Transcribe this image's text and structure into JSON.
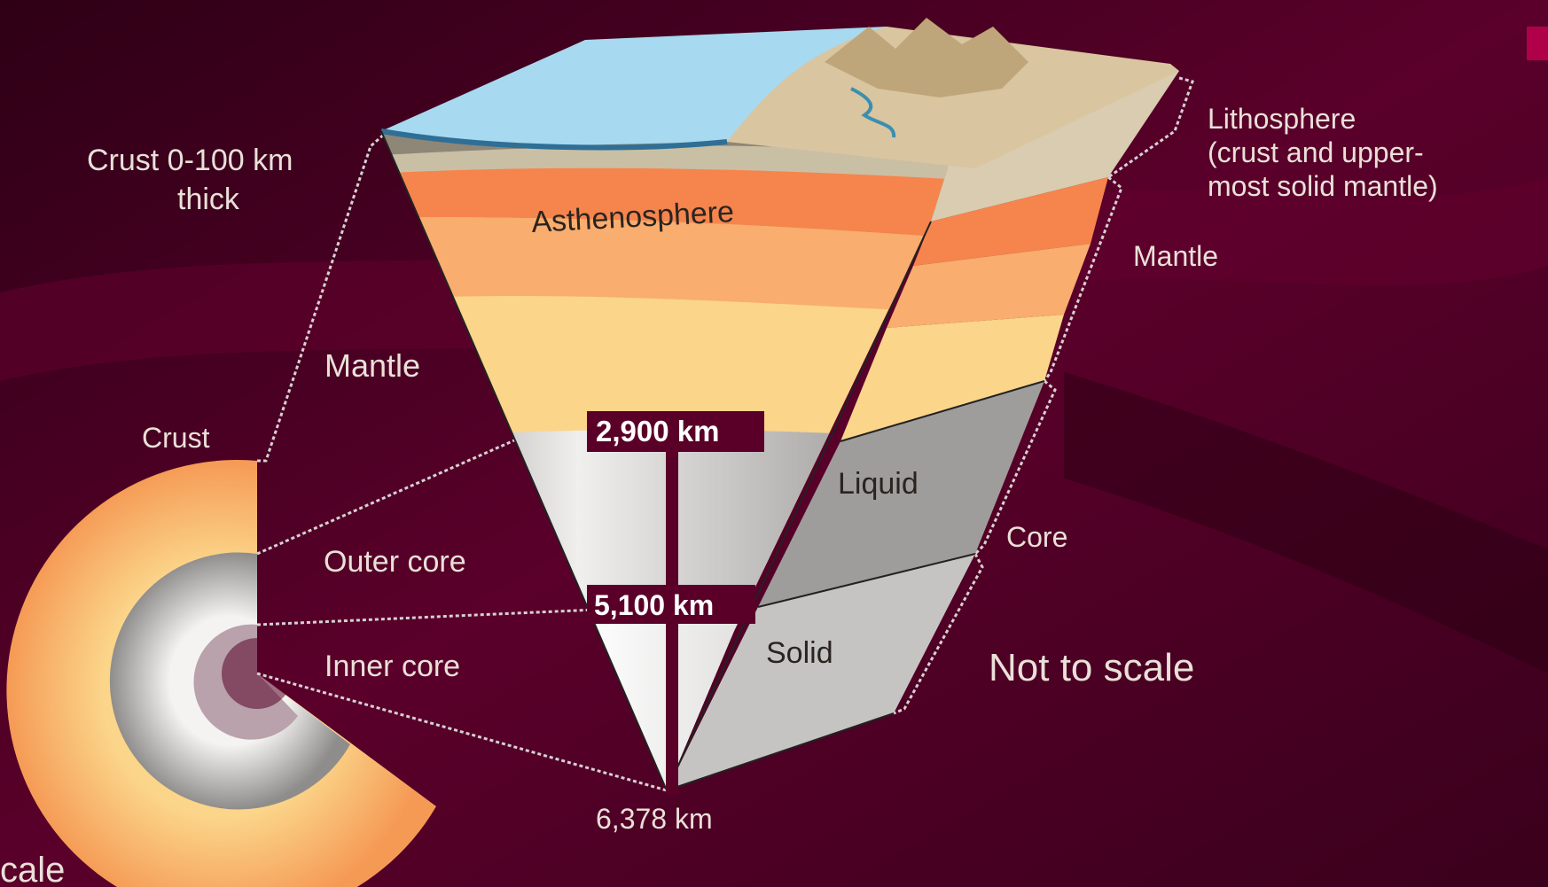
{
  "colors": {
    "background": "#4a0024",
    "ocean": "#a7d9f0",
    "lithosphere_land": "#d6c19a",
    "asthenosphere": "#f5854d",
    "upper_mantle": "#f9ad6e",
    "lower_mantle": "#fbd58a",
    "outer_core": "#b8b6b4",
    "inner_core": "#e6e4e2",
    "depth_box": "#5a0028"
  },
  "labels": {
    "crust_thickness_line1": "Crust 0-100 km",
    "crust_thickness_line2": "thick",
    "lithosphere_line1": "Lithosphere",
    "lithosphere_line2": "(crust and upper-",
    "lithosphere_line3": "most solid mantle)",
    "asthenosphere": "Asthenosphere",
    "mantle_right": "Mantle",
    "mantle_left": "Mantle",
    "crust": "Crust",
    "outer_core": "Outer core",
    "inner_core": "Inner core",
    "liquid": "Liquid",
    "solid": "Solid",
    "core": "Core",
    "not_to_scale": "Not to scale",
    "partial_scale": "cale"
  },
  "depths": {
    "d1": "2,900 km",
    "d2": "5,100 km",
    "d3": "6,378 km"
  }
}
